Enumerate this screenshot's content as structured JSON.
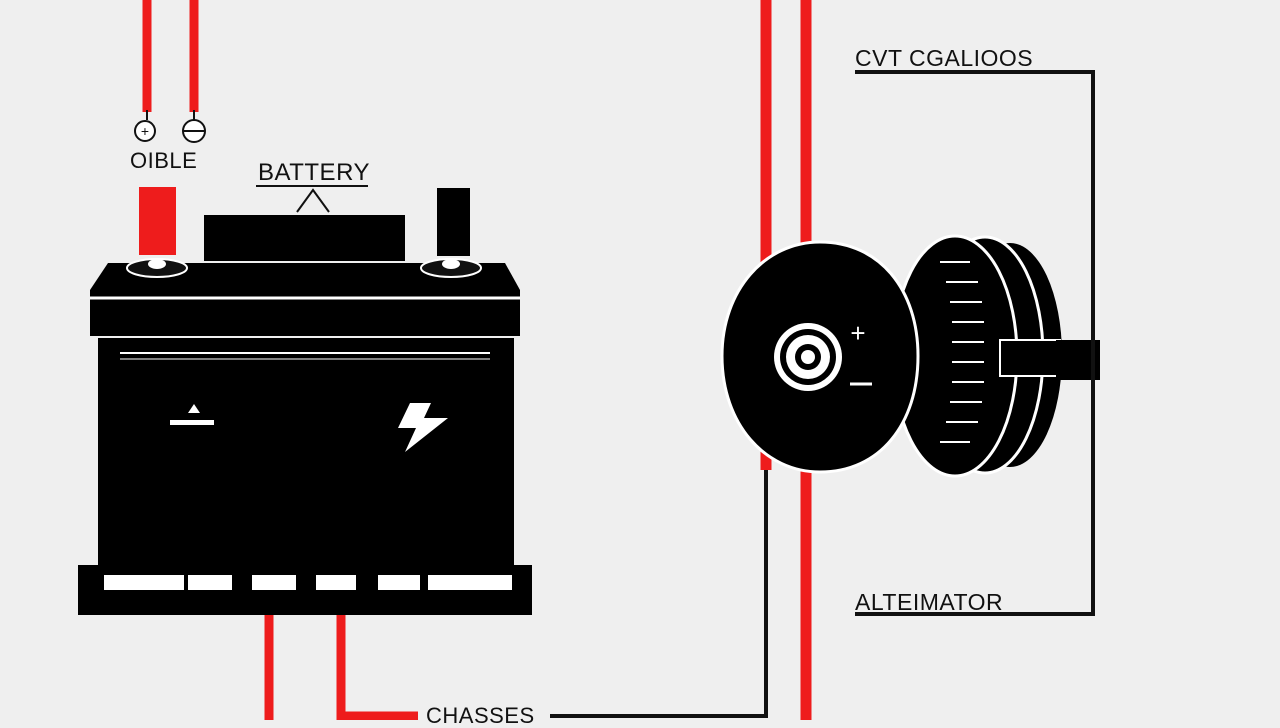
{
  "diagram": {
    "labels": {
      "battery": "BATTERY",
      "cable": "OIBLE",
      "cvt": "CVT CGALIOOS",
      "alternator": "ALTEIMATOR",
      "chassis": "CHASSES"
    },
    "terminal_symbols": {
      "positive": "+",
      "negative": "−"
    },
    "alternator_symbols": {
      "positive": "+",
      "negative": "−"
    },
    "colors": {
      "background": "#efefef",
      "wire_red": "#ee1c1c",
      "body_black": "#000000",
      "white": "#ffffff"
    },
    "icons": [
      "lightning-bolt-icon",
      "battery-icon",
      "alternator-icon"
    ]
  }
}
